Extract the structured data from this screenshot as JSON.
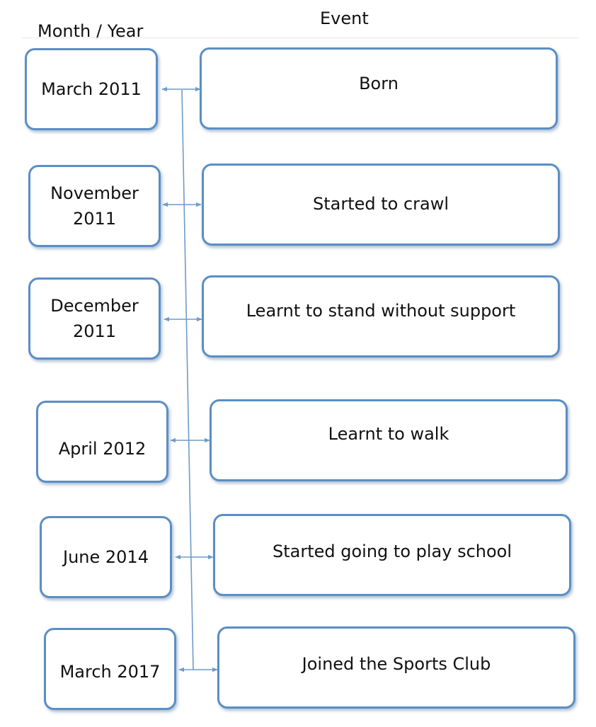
{
  "header": {
    "month_year_label": "Month / Year",
    "event_label": "Event"
  },
  "timeline": [
    {
      "date_line1": "March 2011",
      "date_line2": "",
      "event": "Born"
    },
    {
      "date_line1": "November",
      "date_line2": "2011",
      "event": "Started to crawl"
    },
    {
      "date_line1": "December",
      "date_line2": "2011",
      "event": "Learnt to stand without support"
    },
    {
      "date_line1": "April 2012",
      "date_line2": "",
      "event": "Learnt to walk"
    },
    {
      "date_line1": "June 2014",
      "date_line2": "",
      "event": "Started going to play school"
    },
    {
      "date_line1": "March 2017",
      "date_line2": "",
      "event": "Joined the Sports Club"
    }
  ],
  "colors": {
    "box_border": "#5b8ec4",
    "connector": "#6f9bc9"
  }
}
